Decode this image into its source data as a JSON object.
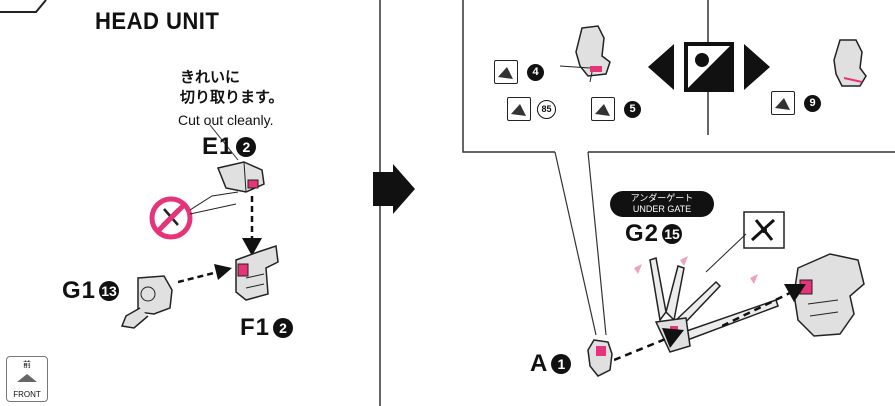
{
  "step_header": {
    "title": "HEAD UNIT"
  },
  "instruction_note": {
    "jp_line1": "きれいに",
    "jp_line2": "切り取ります。",
    "en": "Cut out cleanly."
  },
  "left_parts": {
    "e1": {
      "letter": "E1",
      "num": "2"
    },
    "g1": {
      "letter": "G1",
      "num": "13"
    },
    "f1": {
      "letter": "F1",
      "num": "2"
    }
  },
  "inset_panel": {
    "refs": {
      "r4": "4",
      "r85": "85",
      "r5": "5",
      "r9": "9"
    }
  },
  "under_gate": {
    "jp": "アンダーゲート",
    "en": "UNDER GATE"
  },
  "right_parts": {
    "g2": {
      "letter": "G2",
      "num": "15"
    },
    "a": {
      "letter": "A",
      "num": "1"
    }
  },
  "front_icon": {
    "jp": "前",
    "en": "FRONT"
  },
  "colors": {
    "pink": "#e6337a",
    "part_gray": "#d9d9d9",
    "outline": "#222222"
  }
}
